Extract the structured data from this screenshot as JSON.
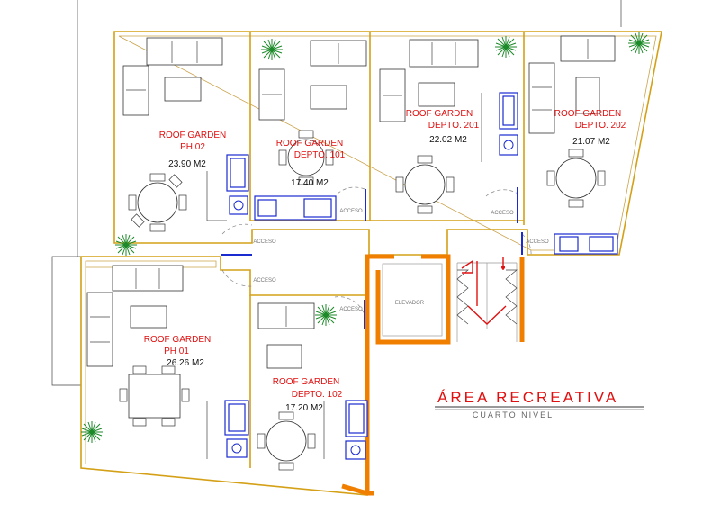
{
  "plan": {
    "title": "ÁREA RECREATIVA",
    "subtitle": "CUARTO NIVEL",
    "elevator": "ELEVADOR",
    "access_label": "ACCESO",
    "rooms": [
      {
        "name1": "ROOF GARDEN",
        "name2": "PH 02",
        "area": "23.90 M2"
      },
      {
        "name1": "ROOF GARDEN",
        "name2": "DEPTO. 101",
        "area": "17.40 M2"
      },
      {
        "name1": "ROOF GARDEN",
        "name2": "DEPTO. 201",
        "area": "22.02 M2"
      },
      {
        "name1": "ROOF GARDEN",
        "name2": "DEPTO. 202",
        "area": "21.07 M2"
      },
      {
        "name1": "ROOF GARDEN",
        "name2": "PH 01",
        "area": "26.26 M2"
      },
      {
        "name1": "ROOF GARDEN",
        "name2": "DEPTO. 102",
        "area": "17.20 M2"
      }
    ],
    "colors": {
      "wall": "#d4a017",
      "label": "#e01010",
      "fixture": "#1a2bd0",
      "structure": "#f07f00",
      "plant": "#1d8a2a"
    }
  }
}
